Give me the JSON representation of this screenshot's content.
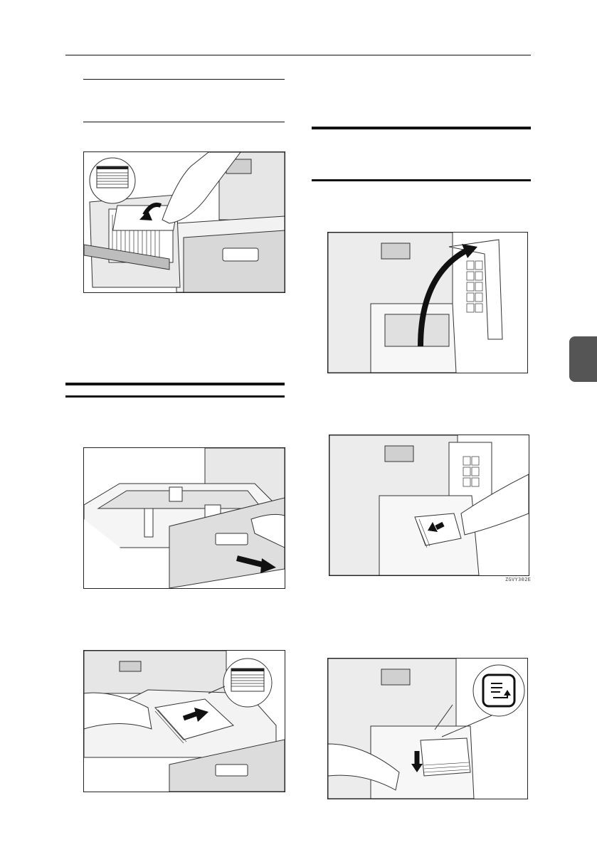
{
  "figures": [
    {
      "name": "tray-load-paper-open-tray",
      "code": ""
    },
    {
      "name": "drawer-pull-out",
      "code": ""
    },
    {
      "name": "drawer-load-paper",
      "code": ""
    },
    {
      "name": "lct-open-cover",
      "code": ""
    },
    {
      "name": "lct-insert-paper",
      "code": "ZGVY302E"
    },
    {
      "name": "lct-press-down-button",
      "code": ""
    }
  ],
  "icons": [
    "paper-limit-mark-icon",
    "arrow-icon",
    "hand-icon",
    "tray-down-button-icon"
  ],
  "colors": {
    "ink": "#111111",
    "tab": "#555555",
    "grey": "#b8b8b8"
  }
}
